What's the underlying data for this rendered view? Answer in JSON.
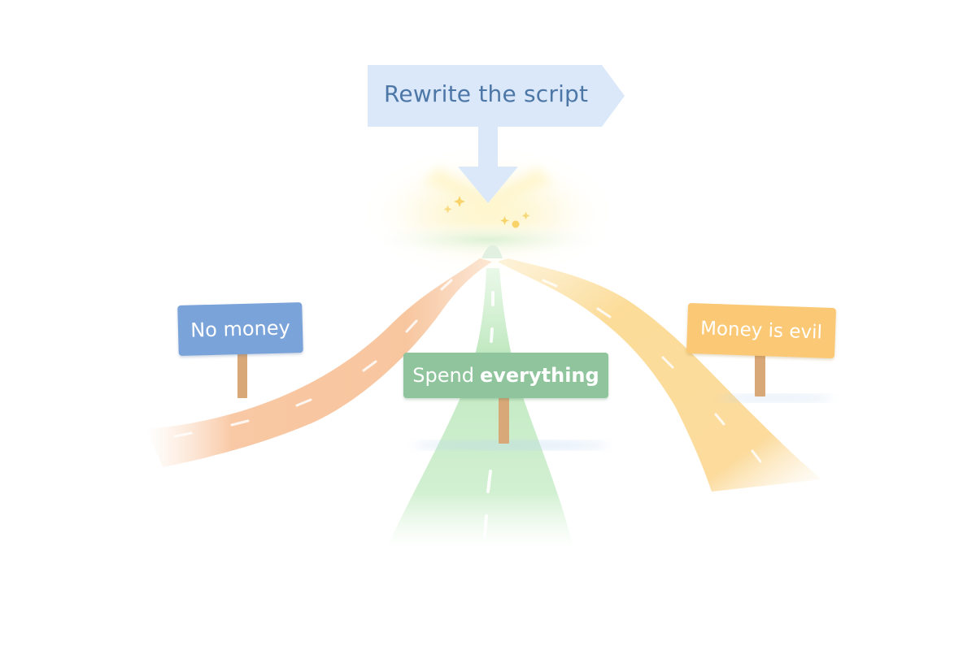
{
  "destination": {
    "label": "Rewrite the script",
    "color": "#dbe8fa",
    "text_color": "#4d77a6"
  },
  "paths": [
    {
      "label": "No money",
      "color": "#7aa3d9",
      "road_color": "#f7c39a"
    },
    {
      "label_normal": "Spend",
      "label_bold": "everything",
      "color": "#8fc49d",
      "road_color": "#c7edc8"
    },
    {
      "label": "Money is evil",
      "color": "#fbc975",
      "road_color": "#fbdc9a"
    }
  ],
  "icons": {
    "glow": "sparkle-icon",
    "pointer": "arrow-down-icon"
  }
}
